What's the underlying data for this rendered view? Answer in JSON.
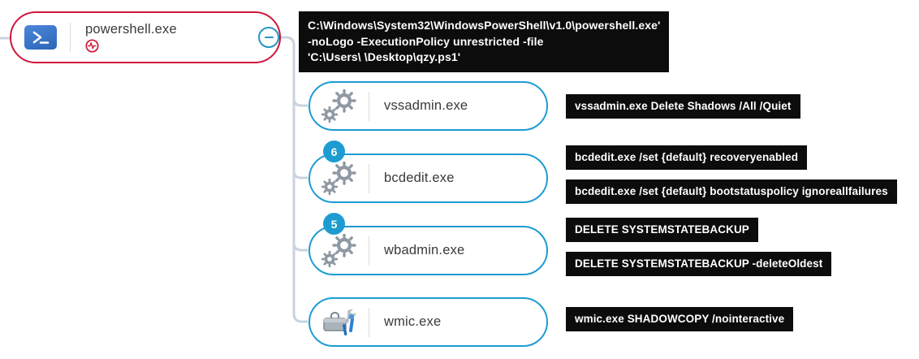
{
  "root": {
    "name": "powershell.exe",
    "icon": "powershell-icon",
    "status_icon": "malicious-activity-icon",
    "collapse_icon": "minus-icon",
    "command": "C:\\Windows\\System32\\WindowsPowerShell\\v1.0\\powershell.exe'\n-noLogo -ExecutionPolicy unrestricted -file\n'C:\\Users\\        \\Desktop\\qzy.ps1'"
  },
  "children": [
    {
      "name": "vssadmin.exe",
      "badge": "",
      "icon": "gears-icon",
      "commands": [
        "vssadmin.exe Delete Shadows /All /Quiet"
      ]
    },
    {
      "name": "bcdedit.exe",
      "badge": "6",
      "icon": "gears-icon",
      "commands": [
        "bcdedit.exe /set {default} recoveryenabled",
        "bcdedit.exe /set {default} bootstatuspolicy ignoreallfailures"
      ]
    },
    {
      "name": "wbadmin.exe",
      "badge": "5",
      "icon": "gears-icon",
      "commands": [
        "DELETE SYSTEMSTATEBACKUP",
        "DELETE SYSTEMSTATEBACKUP -deleteOldest"
      ]
    },
    {
      "name": "wmic.exe",
      "badge": "",
      "icon": "toolbox-icon",
      "commands": [
        "wmic.exe SHADOWCOPY /nointeractive"
      ]
    }
  ],
  "colors": {
    "malicious_border": "#d01638",
    "normal_border": "#1d9cd1",
    "connector": "#c9d3dc",
    "command_bg": "#0c0c0c",
    "command_text": "#ffffff"
  }
}
